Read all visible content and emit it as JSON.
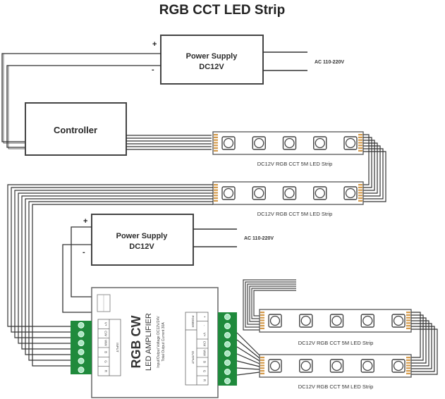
{
  "title": "RGB CCT LED Strip",
  "power_supply_1": {
    "line1": "Power Supply",
    "line2": "DC12V",
    "plus": "+",
    "minus": "-",
    "ac_label": "AC 110-220V"
  },
  "controller": {
    "label": "Controller"
  },
  "power_supply_2": {
    "line1": "Power Supply",
    "line2": "DC12V",
    "plus": "+",
    "minus": "-",
    "ac_label": "AC 110-220V"
  },
  "strips": [
    {
      "label": "DC12V RGB CCT 5M LED Strip",
      "led_count": 5
    },
    {
      "label": "DC12V RGB CCT 5M LED Strip",
      "led_count": 5
    },
    {
      "label": "DC12V RGB CCT 5M LED Strip",
      "led_count": 5
    },
    {
      "label": "DC12V RGB CCT 5M LED Strip",
      "led_count": 5
    }
  ],
  "amplifier": {
    "title": "RGB CW",
    "subtitle": "LED AMPLIFIER",
    "spec1": "Input/Output Voltage DC12V/24V",
    "spec2": "Total Output Current 30A",
    "input_label": "INPUT",
    "output_label": "OUTPUT",
    "power_label": "POWER",
    "input_pins": [
      "V+",
      "CW",
      "WW",
      "B",
      "G",
      "R"
    ],
    "output_pins": [
      "V+",
      "CW",
      "WW",
      "B",
      "G",
      "R"
    ],
    "power_pins": [
      "+",
      "-"
    ],
    "terminal_left_count": 6,
    "terminal_right_count": 8
  },
  "colors": {
    "wire": "#3a3a3a",
    "terminal_green": "#1f8a3c",
    "terminal_dot": "#a8e6c0",
    "strip_contact": "#d49a4a",
    "box_stroke": "#444444"
  }
}
